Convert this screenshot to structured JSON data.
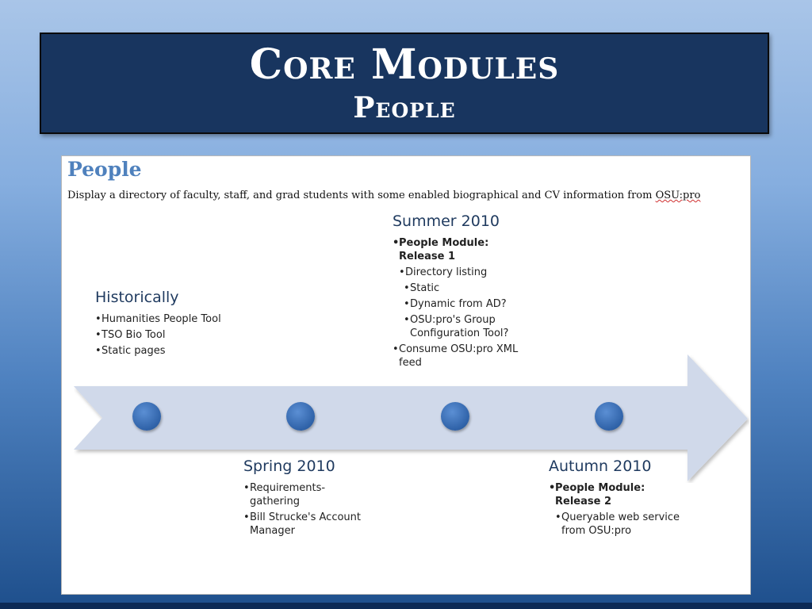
{
  "slide": {
    "title": "Core Modules",
    "subtitle": "People"
  },
  "panel": {
    "heading": "People",
    "description_main": "Display a directory of faculty, staff, and grad students with some enabled biographical and CV information from ",
    "description_link": "OSU:pro"
  },
  "timeline": {
    "historically": {
      "title": "Historically",
      "items": [
        "Humanities People Tool",
        "TSO Bio Tool",
        "Static pages"
      ]
    },
    "spring": {
      "title": "Spring 2010",
      "items": [
        "Requirements-gathering",
        "Bill Strucke's Account Manager"
      ]
    },
    "summer": {
      "title": "Summer 2010",
      "items": [
        "People Module: Release 1",
        "Directory listing",
        "Static",
        "Dynamic from AD?",
        "OSU:pro's Group Configuration Tool?",
        "Consume OSU:pro XML feed"
      ]
    },
    "autumn": {
      "title": "Autumn 2010",
      "items": [
        "People Module: Release 2",
        "Queryable web service from OSU:pro"
      ]
    }
  },
  "colors": {
    "banner": "#18355f",
    "heading": "#4f81bd",
    "arrow": "#d0d9ea",
    "milestone": "#3a6db3"
  }
}
